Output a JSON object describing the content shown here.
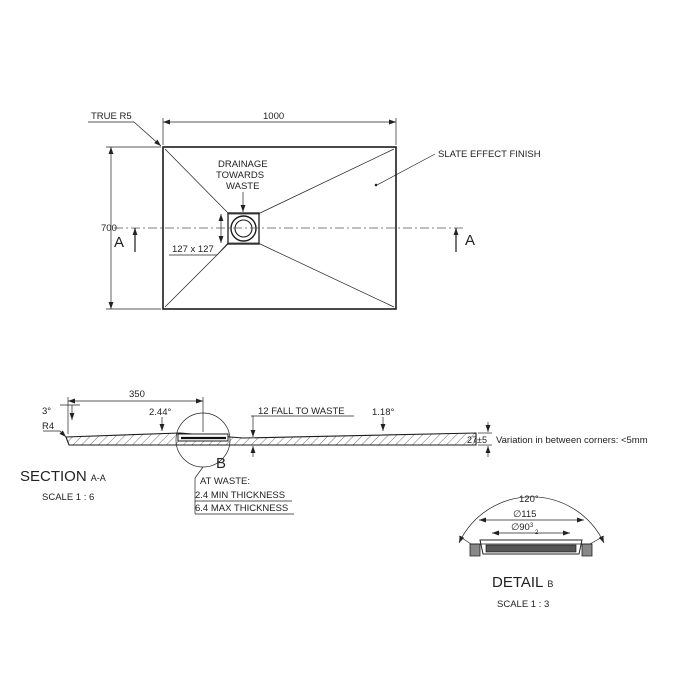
{
  "plan": {
    "true_radius": "TRUE R5",
    "width": "1000",
    "height": "700",
    "drainage": [
      "DRAINAGE",
      "TOWARDS",
      "WASTE"
    ],
    "finish": "SLATE EFFECT FINISH",
    "waste_size": "127 x 127",
    "section_marker": "A"
  },
  "section": {
    "offset": "350",
    "angle_edge": "3°",
    "radius": "R4",
    "slope_left": "2.44°",
    "fall": "12 FALL TO WASTE",
    "slope_right": "1.18°",
    "thickness": "27±5",
    "variation": "Variation in between corners: <5mm",
    "detail_marker": "B",
    "title": "SECTION",
    "title_sub": "A-A",
    "scale": "SCALE 1 : 6",
    "waste_note": [
      "AT WASTE:",
      "2.4 MIN THICKNESS",
      "6.4 MAX THICKNESS"
    ]
  },
  "detail": {
    "angle": "120°",
    "outer_dia": "∅115",
    "inner_dia": "∅90",
    "tol_upper": "3",
    "tol_lower": "2",
    "title": "DETAIL",
    "title_sub": "B",
    "scale": "SCALE 1 : 3"
  }
}
